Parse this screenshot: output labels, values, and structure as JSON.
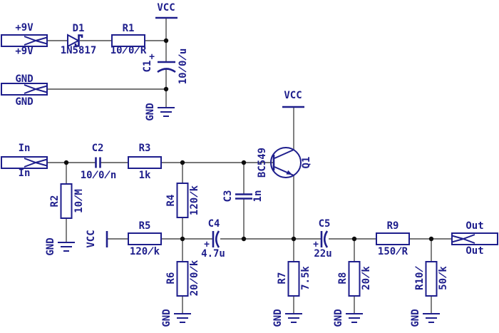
{
  "schematic": {
    "kind": "audio-preamp-circuit",
    "colors": {
      "symbol": "#1e1e8c",
      "wire": "#4a4a4a",
      "junction": "#0d0d0d",
      "background": "#ffffff"
    }
  },
  "labels": {
    "vcc": "VCC",
    "gnd": "GND",
    "plus": "+"
  },
  "connectors": {
    "plus9v": {
      "top": "+9V",
      "bottom": "+9V"
    },
    "gnd": {
      "top": "GND",
      "bottom": "GND"
    },
    "input": {
      "top": "In",
      "bottom": "In"
    },
    "output": {
      "top": "Out",
      "bottom": "Out"
    }
  },
  "components": {
    "D1": {
      "ref": "D1",
      "value": "1N5817"
    },
    "R1": {
      "ref": "R1",
      "value": "100R"
    },
    "R2": {
      "ref": "R2",
      "value": "10M"
    },
    "R3": {
      "ref": "R3",
      "value": "1k"
    },
    "R4": {
      "ref": "R4",
      "value": "120k"
    },
    "R5": {
      "ref": "R5",
      "value": "120k"
    },
    "R6": {
      "ref": "R6",
      "value": "200k"
    },
    "R7": {
      "ref": "R7",
      "value": "7.5k"
    },
    "R8": {
      "ref": "R8",
      "value": "20k"
    },
    "R9": {
      "ref": "R9",
      "value": "150R"
    },
    "R10": {
      "ref": "R10",
      "value": "50k"
    },
    "C1": {
      "ref": "C1",
      "value": "100u"
    },
    "C2": {
      "ref": "C2",
      "value": "100n"
    },
    "C3": {
      "ref": "C3",
      "value": "1n"
    },
    "C4": {
      "ref": "C4",
      "value": "4.7u"
    },
    "C5": {
      "ref": "C5",
      "value": "22u"
    },
    "Q1": {
      "ref": "Q1",
      "value": "BC549"
    }
  }
}
